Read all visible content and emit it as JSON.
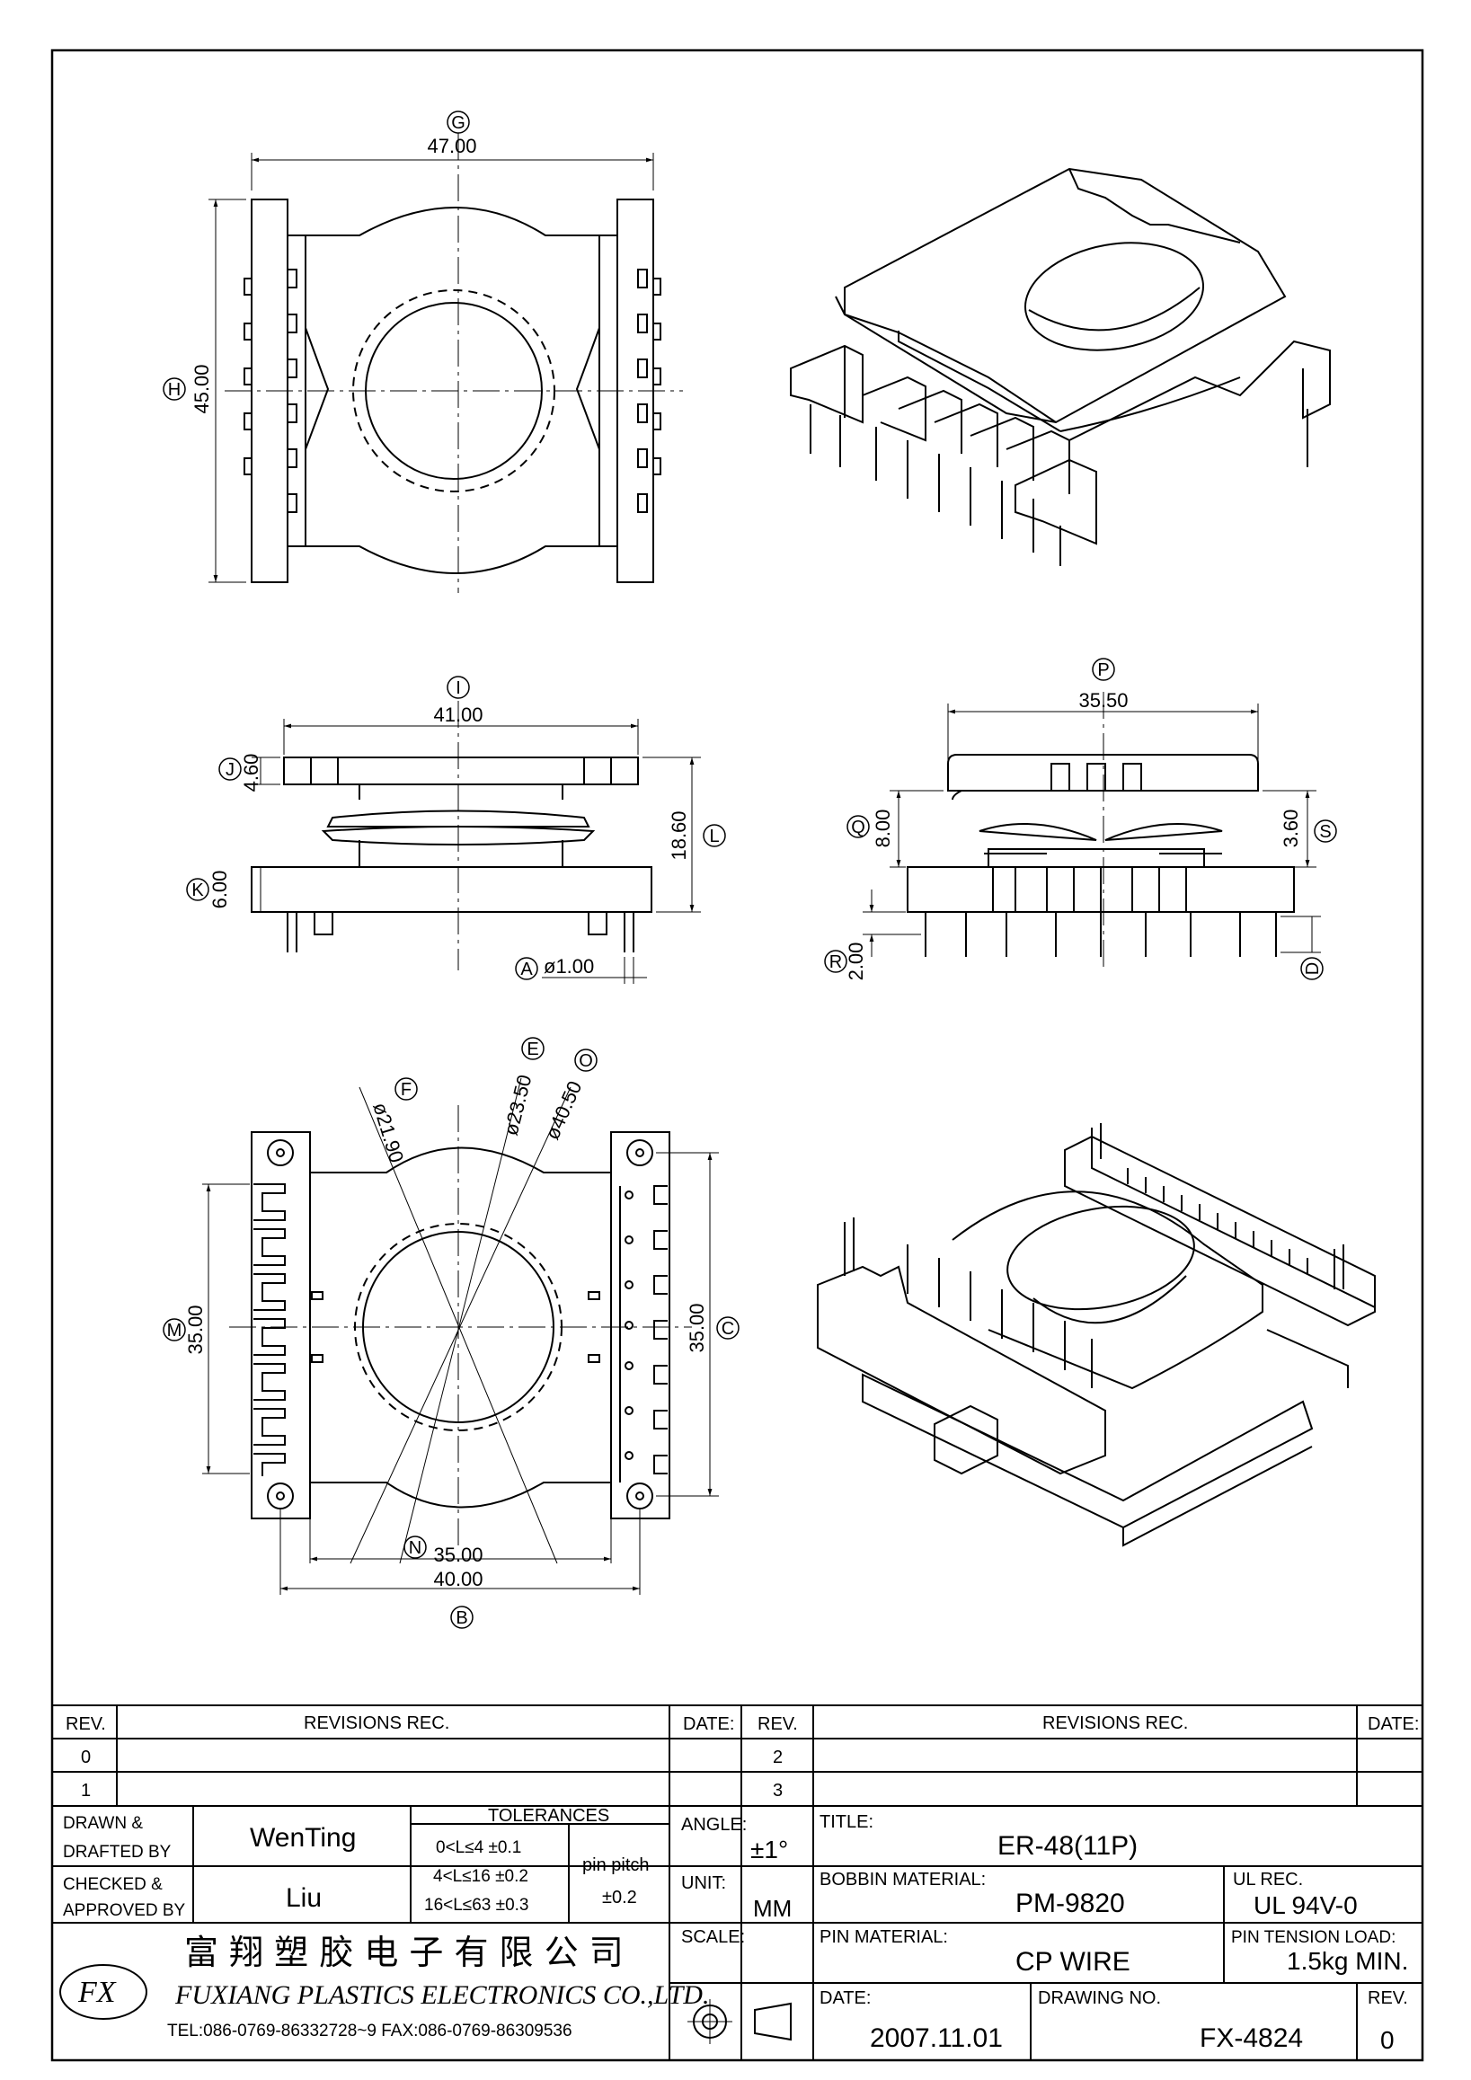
{
  "views": {
    "top": {
      "width_dim": "47.00",
      "width_label": "G",
      "height_dim": "45.00",
      "height_label": "H"
    },
    "front": {
      "width_dim": "41.00",
      "width_label": "I",
      "j_dim": "4.60",
      "j_label": "J",
      "k_dim": "6.00",
      "k_label": "K",
      "l_dim": "18.60",
      "l_label": "L",
      "pin_dia": "ø1.00",
      "pin_label": "A"
    },
    "side": {
      "width_dim": "35.50",
      "width_label": "P",
      "q_dim": "8.00",
      "q_label": "Q",
      "s_dim": "3.60",
      "s_label": "S",
      "r_dim": "2.00",
      "r_label": "R",
      "d_label": "D"
    },
    "bottom": {
      "f_dim": "ø21.90",
      "f_label": "F",
      "e_dim": "ø23.50",
      "e_label": "E",
      "o_dim": "ø40.50",
      "o_label": "O",
      "m_dim": "35.00",
      "m_label": "M",
      "c_dim": "35.00",
      "c_label": "C",
      "n_dim": "35.00",
      "n_label": "N",
      "b_dim": "40.00",
      "b_label": "B"
    }
  },
  "title_block": {
    "rev_header": "REV.",
    "revisions_header": "REVISIONS   REC.",
    "date_header": "DATE:",
    "rev_rows_left": [
      "0",
      "1"
    ],
    "rev_rows_right": [
      "2",
      "3"
    ],
    "drawn_label_1": "DRAWN  &",
    "drawn_label_2": "DRAFTED  BY",
    "drawn_by": "WenTing",
    "checked_label_1": "CHECKED  &",
    "checked_label_2": "APPROVED  BY",
    "checked_by": "Liu",
    "tolerances_header": "TOLERANCES",
    "tol_rows": [
      "0<L≤4    ±0.1",
      "4<L≤16  ±0.2",
      "16<L≤63  ±0.3"
    ],
    "pin_pitch_label": "pin  pitch",
    "pin_pitch_value": "±0.2",
    "angle_label": "ANGLE:",
    "angle_value": "±1°",
    "unit_label": "UNIT:",
    "unit_value": "MM",
    "scale_label": "SCALE:",
    "title_label": "TITLE:",
    "title_value": "ER-48(11P)",
    "bobbin_material_label": "BOBBIN  MATERIAL:",
    "bobbin_material_value": "PM-9820",
    "ul_rec_label": "UL  REC.",
    "ul_rec_value": "UL  94V-0",
    "pin_material_label": "PIN  MATERIAL:",
    "pin_material_value": "CP  WIRE",
    "pin_tension_label": "PIN  TENSION  LOAD:",
    "pin_tension_value": "1.5kg  MIN.",
    "date_label": "DATE:",
    "date_value": "2007.11.01",
    "drawing_no_label": "DRAWING  NO.",
    "drawing_no_value": "FX-4824",
    "rev_label": "REV.",
    "rev_value": "0",
    "company_cn": "富 翔 塑 胶 电 子 有 限 公 司",
    "company_en": "FUXIANG  PLASTICS  ELECTRONICS  CO.,LTD.",
    "company_contact": "TEL:086-0769-86332728~9   FAX:086-0769-86309536",
    "logo_text": "FX"
  }
}
